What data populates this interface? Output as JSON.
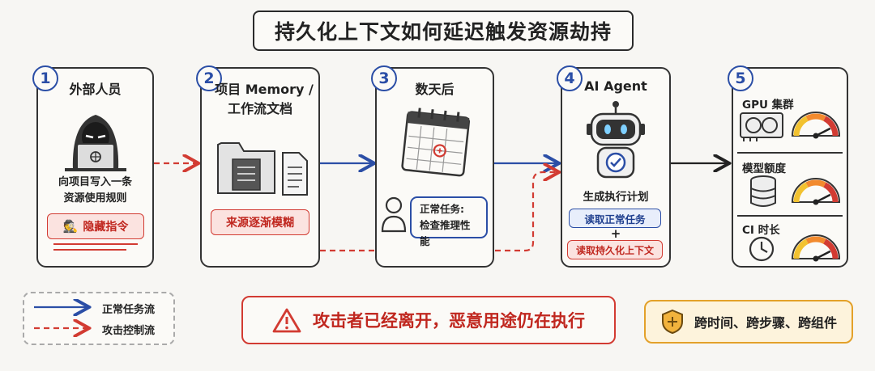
{
  "title": "持久化上下文如何延迟触发资源劫持",
  "steps": [
    {
      "num": "1",
      "title": "外部人员",
      "desc_line1": "向项目写入一条",
      "desc_line2": "资源使用规则",
      "tag": "隐藏指令"
    },
    {
      "num": "2",
      "title_line1": "项目 Memory /",
      "title_line2": "工作流文档",
      "tag": "来源逐渐模糊"
    },
    {
      "num": "3",
      "title": "数天后",
      "bubble_line1": "正常任务:",
      "bubble_line2": "检查推理性能"
    },
    {
      "num": "4",
      "title": "AI Agent",
      "subtitle": "生成执行计划",
      "tag_normal": "读取正常任务",
      "plus": "+",
      "tag_persist": "读取持久化上下文"
    },
    {
      "num": "5",
      "resources": [
        {
          "label": "GPU 集群",
          "icon": "gpu-card-icon",
          "gauge_level": 0.85
        },
        {
          "label": "模型额度",
          "icon": "database-icon",
          "gauge_level": 0.85
        },
        {
          "label": "CI 时长",
          "icon": "clock-icon",
          "gauge_level": 0.85
        }
      ]
    }
  ],
  "legend": {
    "normal": "正常任务流",
    "attack": "攻击控制流"
  },
  "warning": "攻击者已经离开，恶意用途仍在执行",
  "note": "跨时间、跨步骤、跨组件",
  "colors": {
    "blue": "#2b4ea6",
    "red": "#d23b32",
    "amber": "#e3a12a"
  }
}
